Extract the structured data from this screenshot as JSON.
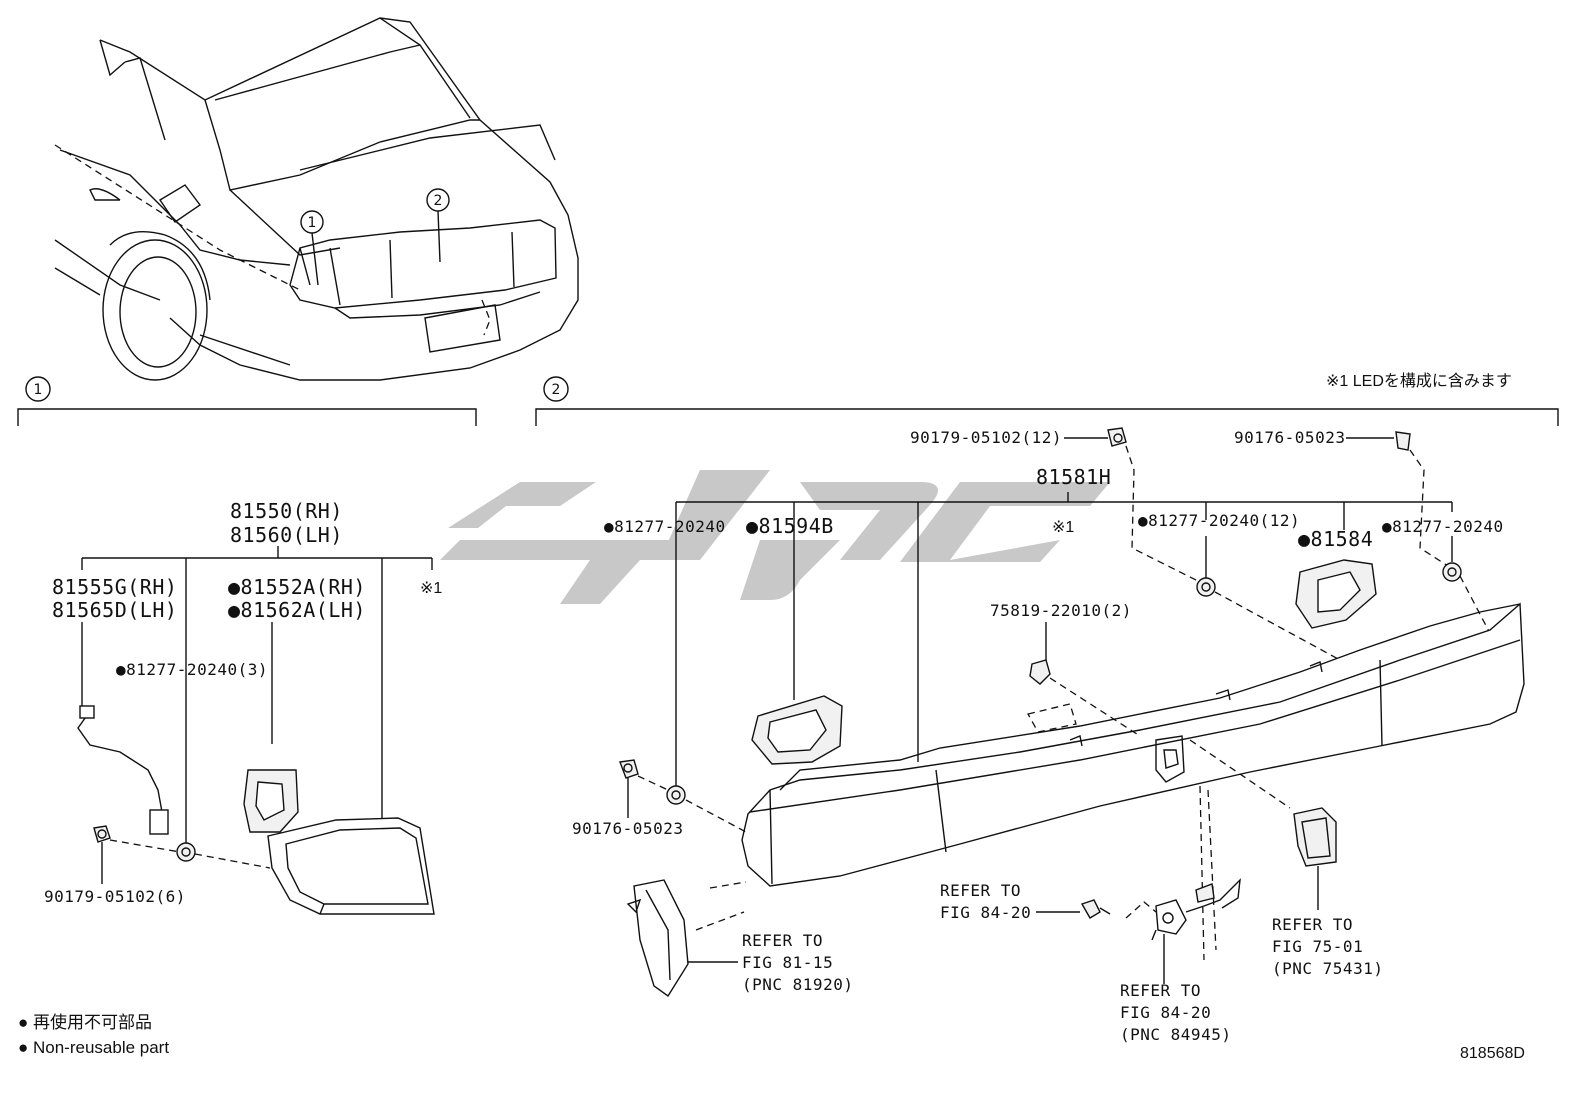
{
  "callouts": {
    "c1": "1",
    "c2": "2"
  },
  "note_led": "※1 LEDを構成に含みます",
  "group1": {
    "assembly_rh": "81550(RH)",
    "assembly_lh": "81560(LH)",
    "socket_rh": "81555G(RH)",
    "socket_lh": "81565D(LH)",
    "gasket_rh": "●81552A(RH)",
    "gasket_lh": "●81562A(LH)",
    "mark": "※1",
    "nut": "●81277-20240(3)",
    "screw": "90179-05102(6)"
  },
  "group2": {
    "screw_top": "90179-05102(12)",
    "clip_top": "90176-05023",
    "assembly": "81581H",
    "mark": "※1",
    "nut_left": "●81277-20240",
    "gasket_left": "●81594B",
    "nut_mid": "●81277-20240(12)",
    "gasket_right": "●81584",
    "nut_right": "●81277-20240",
    "bolt": "75819-22010(2)",
    "clip_left": "90176-05023",
    "ref_left": [
      "REFER TO",
      "FIG 81-15",
      "(PNC 81920)"
    ],
    "ref_mid": [
      "REFER TO",
      "FIG 84-20"
    ],
    "ref_bottom": [
      "REFER TO",
      "FIG 84-20",
      "(PNC 84945)"
    ],
    "ref_right": [
      "REFER TO",
      "FIG 75-01",
      "(PNC 75431)"
    ]
  },
  "legend": {
    "jp": "● 再使用不可部品",
    "en": "● Non-reusable part"
  },
  "figure_code": "818568D"
}
